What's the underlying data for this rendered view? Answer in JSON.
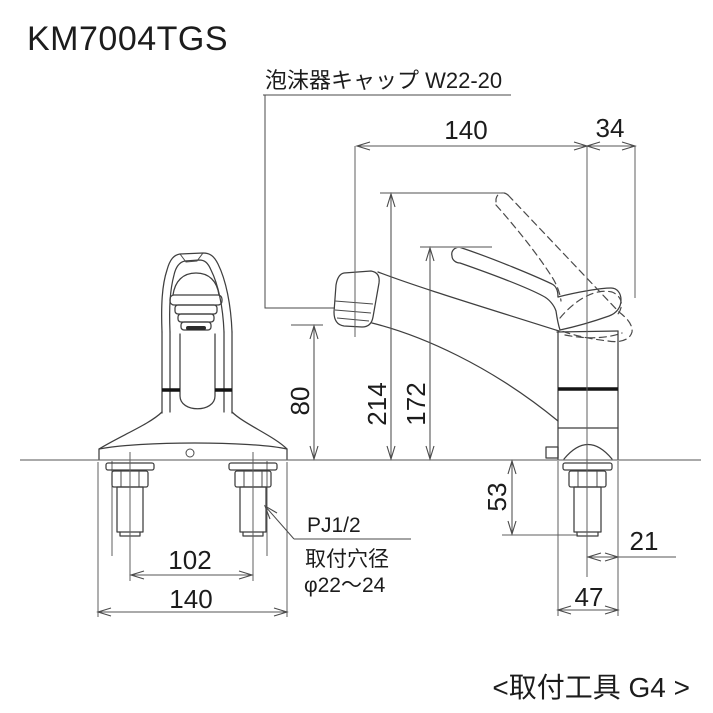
{
  "title": "KM7004TGS",
  "labels": {
    "aerator_cap": "泡沫器キャップ W22-20",
    "thread_type": "PJ1/2",
    "mounting_hole": "取付穴径",
    "mounting_hole_diameter": "φ22〜24",
    "tool_note": "<取付工具 G4 >"
  },
  "dimensions": {
    "spout_reach": "140",
    "handle_rear_overhang": "34",
    "height_handle_raised": "214",
    "height_handle": "172",
    "spout_outlet_height": "80",
    "under_counter_length": "53",
    "mounting_pitch": "102",
    "base_width": "140",
    "rear_clearance": "21",
    "body_depth": "47"
  },
  "drawing": {
    "line_color": "#3f3f3f",
    "background": "#ffffff"
  }
}
